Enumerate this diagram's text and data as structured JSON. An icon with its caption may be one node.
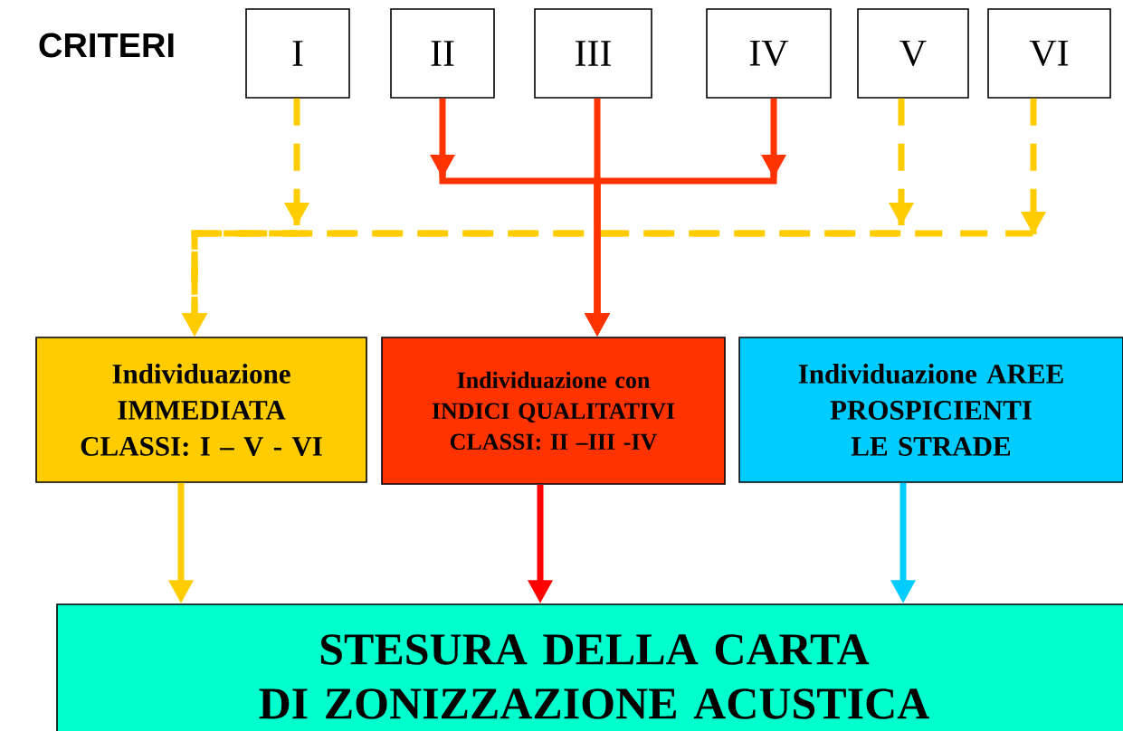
{
  "diagram": {
    "nodes": [
      {
        "text": [
          "I"
        ]
      },
      {
        "text": [
          "II"
        ]
      },
      {
        "text": [
          "III"
        ]
      },
      {
        "text": [
          "IV"
        ]
      },
      {
        "text": [
          "V"
        ]
      },
      {
        "text": [
          "VI"
        ]
      },
      {
        "text": [
          "Individuazione IMMEDIATA CLASSI: I – V - VI"
        ]
      },
      {
        "text": [
          "Individuazione con INDICI QUALITATIVI CLASSI: II –III -IV"
        ]
      },
      {
        "text": [
          "Individuazione AREE PROSPICIENTI LE STRADE"
        ]
      },
      {
        "text": [
          "STESURA DELLA CARTA DI ZONIZZAZIONE ACUSTICA"
        ]
      }
    ],
    "edges": [
      {
        "from": 0,
        "to": 6,
        "arrow": "to",
        "style": "dashed",
        "color": "#ffcc00"
      },
      {
        "from": 4,
        "to": 6,
        "arrow": "to",
        "style": "dashed",
        "color": "#ffcc00"
      },
      {
        "from": 5,
        "to": 6,
        "arrow": "to",
        "style": "dashed",
        "color": "#ffcc00"
      },
      {
        "from": 1,
        "to": 7,
        "arrow": "to",
        "color": "#ff3300"
      },
      {
        "from": 2,
        "to": 7,
        "arrow": "to",
        "color": "#ff3300"
      },
      {
        "from": 3,
        "to": 7,
        "arrow": "to",
        "color": "#ff3300"
      },
      {
        "from": 6,
        "to": 9,
        "arrow": "to",
        "color": "#ffcc00"
      },
      {
        "from": 7,
        "to": 9,
        "arrow": "to",
        "color": "#ff0000"
      },
      {
        "from": 8,
        "to": 9,
        "arrow": "to",
        "color": "#00ccff"
      }
    ],
    "labels": [
      "CRITERI"
    ]
  }
}
